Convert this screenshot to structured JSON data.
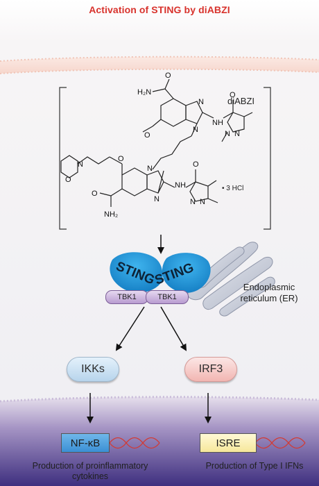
{
  "title": "Activation of STING by diABZI",
  "compound": {
    "name": "diABZI",
    "salt": "• 3 HCl",
    "atoms": {
      "amide_top": "H₂N",
      "o_top": "O",
      "methoxy": "O",
      "n1": "N",
      "n2": "N",
      "nh_top": "NH",
      "o_amide1": "O",
      "pz_n1": "N",
      "pz_n2": "N",
      "morph_o": "O",
      "morph_n": "N",
      "ether_o": "O",
      "n3": "N",
      "n4": "N",
      "nh_bottom": "NH",
      "o_amide2": "O",
      "pz_n3": "N",
      "pz_n4": "N",
      "amide_bottom": "NH₂",
      "o_bottom": "O"
    }
  },
  "sting": {
    "left": "STING",
    "right": "STING"
  },
  "tbk": {
    "left": "TBK1",
    "right": "TBK1"
  },
  "er_label": "Endoplasmic reticulum (ER)",
  "nodes": {
    "ikks": "IKKs",
    "irf3": "IRF3"
  },
  "boxes": {
    "nfkb": "NF-κB",
    "isre": "ISRE"
  },
  "captions": {
    "left": "Production of proinflammatory cytokines",
    "right": "Production of Type I IFNs"
  },
  "colors": {
    "title": "#d8322c",
    "sting": "#1f8fd3",
    "dna": "#d23a34",
    "nucleus_top": "#cfc3dd",
    "nucleus_bottom": "#4a3a8c"
  }
}
